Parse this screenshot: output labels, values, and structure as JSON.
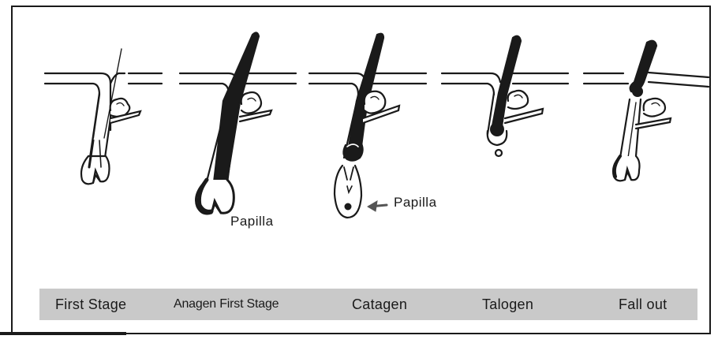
{
  "labels": {
    "papilla_anagen": "Papilla",
    "papilla_catagen": "Papilla"
  },
  "stages": [
    "First Stage",
    "Anagen First Stage",
    "Catagen",
    "Talogen",
    "Fall out"
  ],
  "colors": {
    "ink": "#1a1a1a",
    "stage_bar": "#c9c9c9",
    "arrow": "#555555"
  }
}
